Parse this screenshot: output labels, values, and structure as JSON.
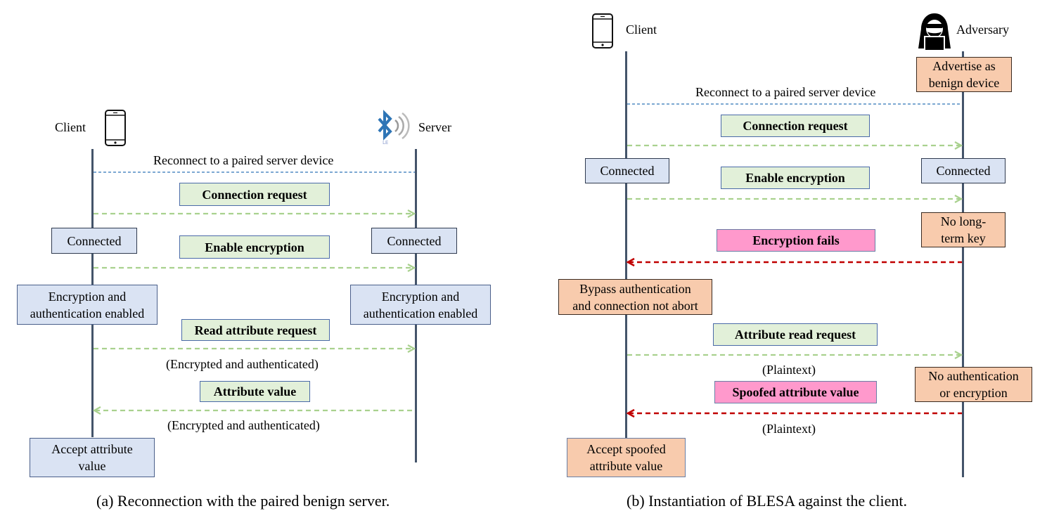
{
  "panel_a": {
    "actors": {
      "client": "Client",
      "server": "Server"
    },
    "icons": {
      "client": "smartphone-icon",
      "server": "bluetooth-le-icon",
      "server_badge": "LE"
    },
    "steps": {
      "reconnect": "Reconnect to a paired server device",
      "connection_request": "Connection request",
      "client_connected": "Connected",
      "server_connected": "Connected",
      "enable_encryption": "Enable encryption",
      "client_enc_line1": "Encryption and",
      "client_enc_line2": "authentication enabled",
      "server_enc_line1": "Encryption and",
      "server_enc_line2": "authentication enabled",
      "read_attr_request": "Read attribute request",
      "read_note": "(Encrypted and authenticated)",
      "attribute_value": "Attribute value",
      "value_note": "(Encrypted and authenticated)",
      "accept_line1": "Accept attribute",
      "accept_line2": "value"
    },
    "caption": "(a) Reconnection with the paired benign server."
  },
  "panel_b": {
    "actors": {
      "client": "Client",
      "adversary": "Adversary"
    },
    "icons": {
      "client": "smartphone-icon",
      "adversary": "hacker-icon"
    },
    "steps": {
      "advertise_line1": "Advertise as",
      "advertise_line2": "benign device",
      "reconnect": "Reconnect to a paired server device",
      "connection_request": "Connection request",
      "client_connected": "Connected",
      "adversary_connected": "Connected",
      "enable_encryption": "Enable encryption",
      "no_ltk_line1": "No long-",
      "no_ltk_line2": "term key",
      "encryption_fails": "Encryption fails",
      "bypass_line1": "Bypass authentication",
      "bypass_line2": "and connection not abort",
      "attr_read_request": "Attribute read request",
      "read_note": "(Plaintext)",
      "no_auth_line1": "No authentication",
      "no_auth_line2": "or encryption",
      "spoofed_value": "Spoofed attribute value",
      "spoofed_note": "(Plaintext)",
      "accept_line1": "Accept spoofed",
      "accept_line2": "attribute value"
    },
    "caption": "(b) Instantiation of BLESA against the client."
  },
  "colors": {
    "lifeline": "#44546a",
    "reconnect_line": "#2e75b6",
    "benign_arrow": "#a9d18e",
    "malicious_arrow": "#c00000",
    "state_blue": "#dae3f3",
    "state_orange": "#f8cbad",
    "message_green": "#e2f0d9",
    "message_pink": "#ff99cc"
  }
}
